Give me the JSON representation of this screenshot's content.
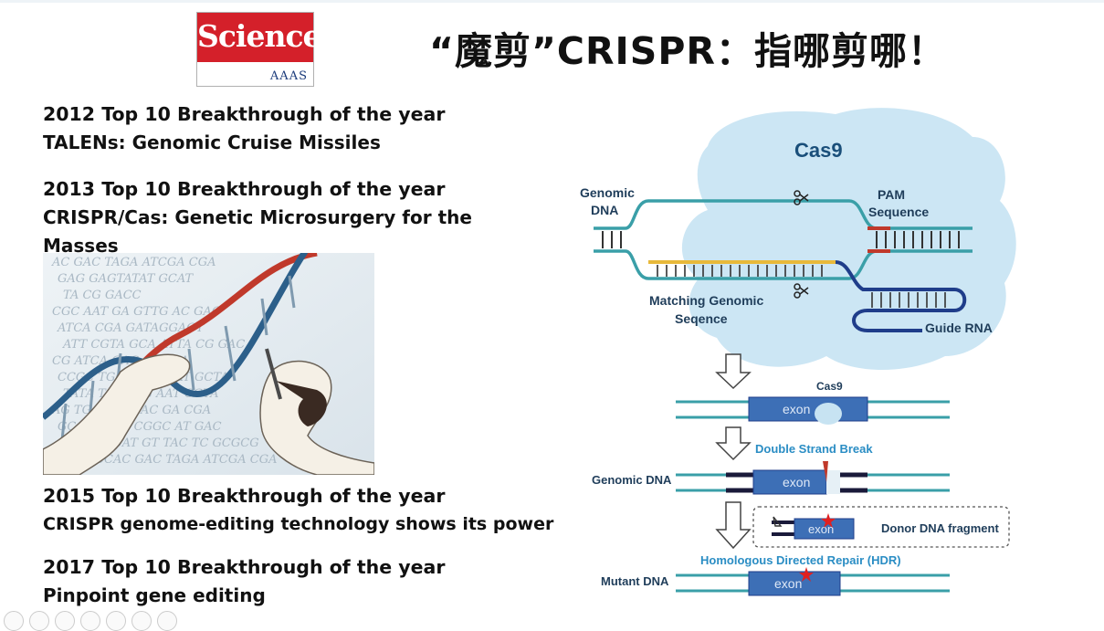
{
  "logo": {
    "name": "Science",
    "sub": "AAAS"
  },
  "title": "“魔剪”CRISPR：指哪剪哪！",
  "breakthroughs": [
    {
      "year_line": "2012 Top 10 Breakthrough of the year",
      "desc": [
        "TALENs: Genomic Cruise Missiles"
      ]
    },
    {
      "year_line": "2013 Top 10 Breakthrough of the year",
      "desc": [
        "CRISPR/Cas: Genetic Microsurgery for the",
        "Masses"
      ]
    },
    {
      "year_line": "2015 Top 10 Breakthrough of the year",
      "desc": [
        "CRISPR genome-editing technology shows its power"
      ]
    },
    {
      "year_line": "2017 Top 10 Breakthrough of the year",
      "desc": [
        "Pinpoint gene editing"
      ]
    }
  ],
  "photo_bg_text": [
    "AC GAC TAGA ATCGA CGA",
    "GAG GAGTATAT GCAT",
    "TA CG GACC",
    "CGC AAT GA GTTG AC GAC",
    "ATCA CGA GATAGGAGT",
    "ATT CGTA GCA ATTA CG GAC",
    "CG ATCA GAG ATC AA",
    "CCGC TGCC GGCGAT GCTA",
    "TATA TCCGGG AAT CGTA",
    "AG TGA ATA GAC GA CGA",
    "GCAT CGAT CGGC AT GAC",
    "CCGC GCAT GT TAC TC GCGCG",
    "GT GA CCAC GAC TAGA ATCGA CGA"
  ],
  "diagram": {
    "cas9_label": "Cas9",
    "genomic_dna_label": [
      "Genomic",
      "DNA"
    ],
    "pam_label": [
      "PAM",
      "Sequence"
    ],
    "matching_label": [
      "Matching Genomic",
      "Seqence"
    ],
    "guide_rna_label": "Guide RNA",
    "cas9_small_label": "Cas9",
    "exon_label": "exon",
    "double_strand_break_label": "Double Strand Break",
    "genomic_dna_row_label": "Genomic DNA",
    "donor_label": "Donor DNA fragment",
    "hdr_label": "Homologous Directed Repair (HDR)",
    "mutant_dna_label": "Mutant DNA"
  },
  "colors": {
    "science_red": "#d4202a",
    "cloud": "#cce6f4",
    "strand_teal": "#3a9fa8",
    "strand_navy": "#1f3d8a",
    "guide_yellow": "#e8b93a",
    "pam_red": "#c0392b",
    "exon_blue": "#3d6fb6",
    "label_cyan": "#2a8dc4",
    "star_red": "#e02020"
  },
  "icons": [
    "scissors-icon",
    "down-arrow-icon",
    "star-icon"
  ]
}
